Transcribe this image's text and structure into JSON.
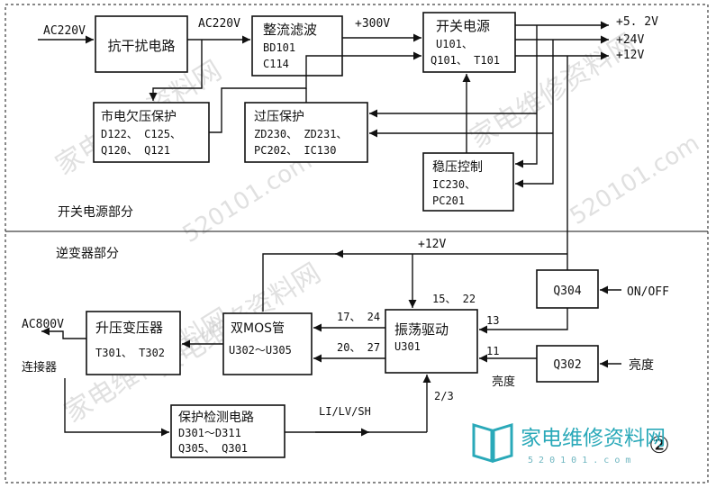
{
  "colors": {
    "ink": "#111111",
    "background": "#ffffff",
    "watermark": "#bdbdbd",
    "logo": "#2aa9b9"
  },
  "sections": {
    "switch_power": "开关电源部分",
    "inverter": "逆变器部分"
  },
  "blocks": {
    "anti_interference": {
      "title": "抗干扰电路"
    },
    "rectifier": {
      "title": "整流滤波",
      "parts": [
        "BD101",
        "C114"
      ]
    },
    "switch_power": {
      "title": "开关电源",
      "parts": [
        "U101、",
        "Q101、 T101"
      ]
    },
    "undervoltage": {
      "title": "市电欠压保护",
      "parts": [
        "D122、 C125、",
        "Q120、 Q121"
      ]
    },
    "overvoltage": {
      "title": "过压保护",
      "parts": [
        "ZD230、 ZD231、",
        "PC202、 IC130"
      ]
    },
    "regulator": {
      "title": "稳压控制",
      "parts": [
        "IC230、",
        "PC201"
      ]
    },
    "boost_transformer": {
      "title": "升压变压器",
      "parts": [
        "T301、 T302"
      ]
    },
    "dual_mos": {
      "title": "双MOS管",
      "parts": [
        "U302～U305"
      ]
    },
    "oscillator_driver": {
      "title": "振荡驱动",
      "parts": [
        "U301"
      ]
    },
    "q304": {
      "title": "Q304"
    },
    "q302": {
      "title": "Q302"
    },
    "protection_detect": {
      "title": "保护检测电路",
      "parts": [
        "D301～D311",
        "Q305、 Q301"
      ]
    }
  },
  "labels": {
    "ac_in": "AC220V",
    "ac_mid": "AC220V",
    "dc_300": "+300V",
    "out_5v": "+5. 2V",
    "out_24v": "+24V",
    "out_12v": "+12V",
    "inv_12v": "+12V",
    "on_off": "ON/OFF",
    "brightness_in": "亮度",
    "brightness_sig": "亮度",
    "ac_800": "AC800V",
    "connector": "连接器",
    "pin_15_22": "15、 22",
    "pin_13": "13",
    "pin_11": "11",
    "pin_17_24": "17、 24",
    "pin_20_27": "20、 27",
    "pin_2_3": "2/3",
    "feedback": "LI/LV/SH",
    "circle_num": "②"
  },
  "watermark": {
    "site_cn": "家电维修资料网",
    "site_url": "520101.com"
  },
  "logo": {
    "text": "家电维修资料网",
    "url": "5 2 0 1 0 1 . c o m"
  }
}
